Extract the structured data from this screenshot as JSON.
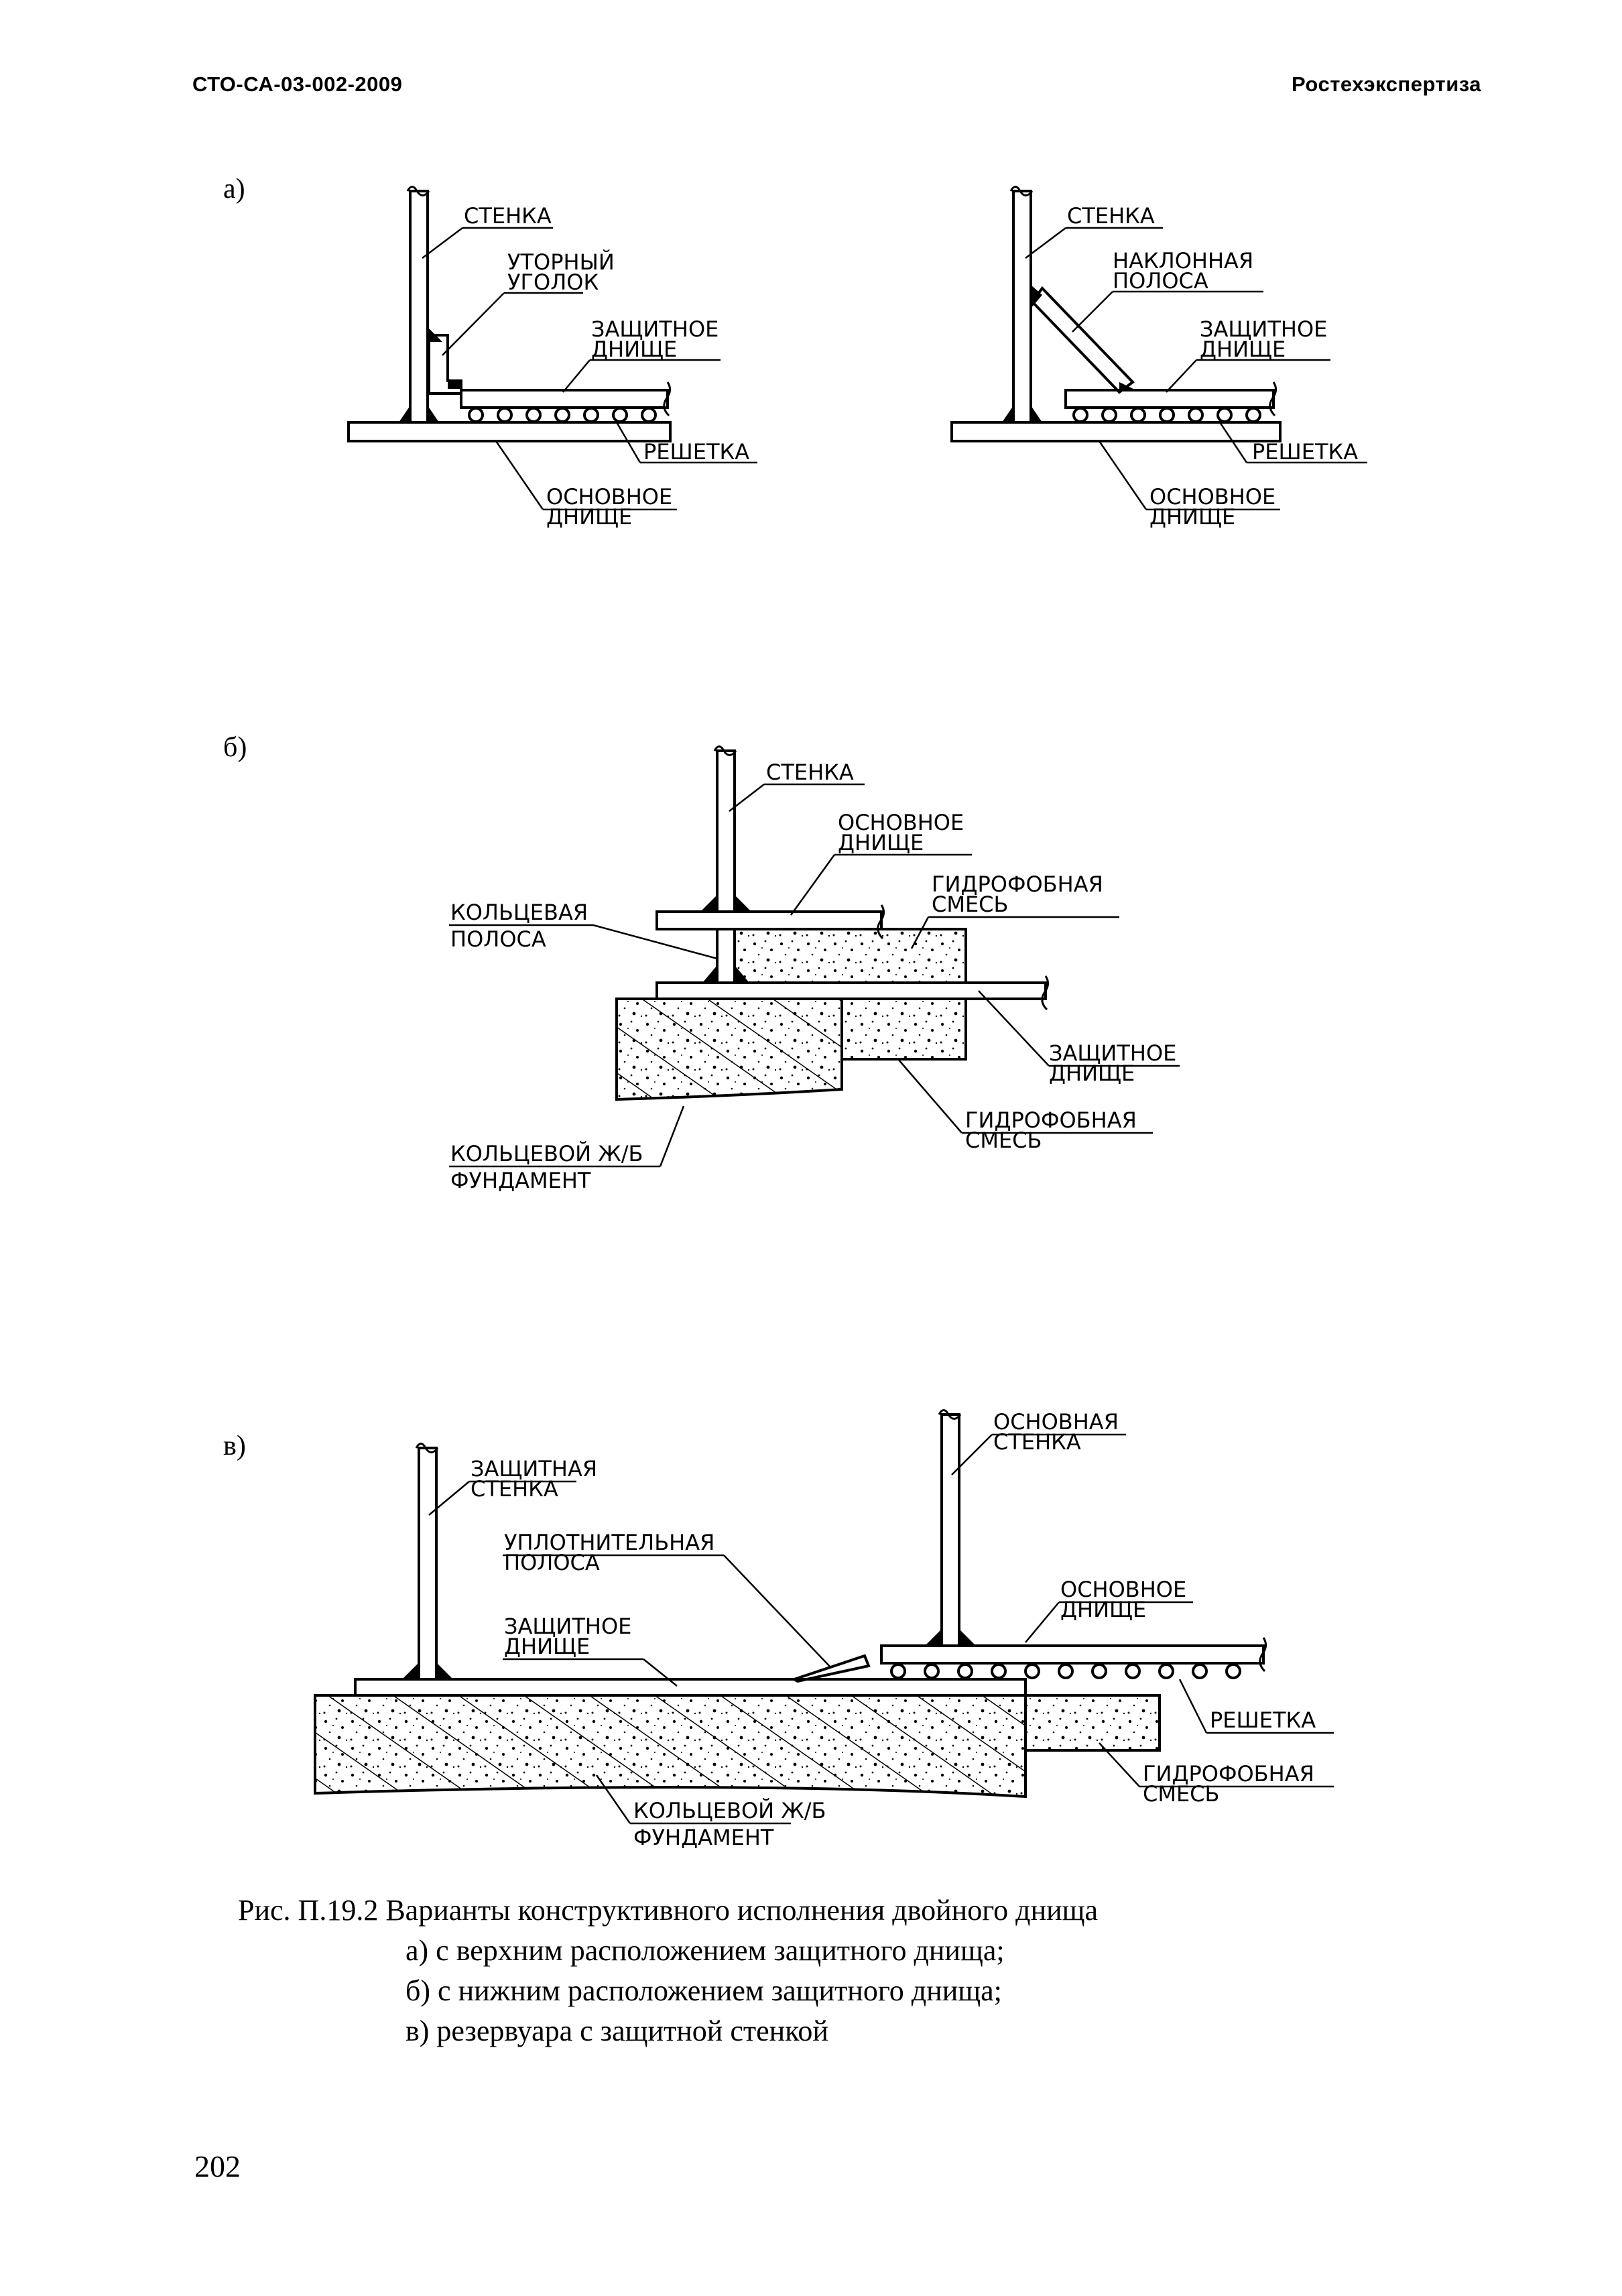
{
  "header": {
    "doc_code": "СТО-СА-03-002-2009",
    "publisher": "Ростехэкспертиза"
  },
  "figure": {
    "panel_a": {
      "marker": "а)",
      "left": {
        "wall": "СТЕНКА",
        "angle_l1": "УТОРНЫЙ",
        "angle_l2": "УГОЛОК",
        "prot_l1": "ЗАЩИТНОЕ",
        "prot_l2": "ДНИЩЕ",
        "grid": "РЕШЕТКА",
        "main_l1": "ОСНОВНОЕ",
        "main_l2": "ДНИЩЕ"
      },
      "right": {
        "wall": "СТЕНКА",
        "strip_l1": "НАКЛОННАЯ",
        "strip_l2": "ПОЛОСА",
        "prot_l1": "ЗАЩИТНОЕ",
        "prot_l2": "ДНИЩЕ",
        "grid": "РЕШЕТКА",
        "main_l1": "ОСНОВНОЕ",
        "main_l2": "ДНИЩЕ"
      }
    },
    "panel_b": {
      "marker": "б)",
      "wall": "СТЕНКА",
      "main_l1": "ОСНОВНОЕ",
      "main_l2": "ДНИЩЕ",
      "hydro1_l1": "ГИДРОФОБНАЯ",
      "hydro1_l2": "СМЕСЬ",
      "ring_l1": "КОЛЬЦЕВАЯ",
      "ring_l2": "ПОЛОСА",
      "prot_l1": "ЗАЩИТНОЕ",
      "prot_l2": "ДНИЩЕ",
      "hydro2_l1": "ГИДРОФОБНАЯ",
      "hydro2_l2": "СМЕСЬ",
      "found_l1": "КОЛЬЦЕВОЙ Ж/Б",
      "found_l2": "ФУНДАМЕНТ"
    },
    "panel_c": {
      "marker": "в)",
      "protwall_l1": "ЗАЩИТНАЯ",
      "protwall_l2": "СТЕНКА",
      "mainwall_l1": "ОСНОВНАЯ",
      "mainwall_l2": "СТЕНКА",
      "seal_l1": "УПЛОТНИТЕЛЬНАЯ",
      "seal_l2": "ПОЛОСА",
      "main_l1": "ОСНОВНОЕ",
      "main_l2": "ДНИЩЕ",
      "prot_l1": "ЗАЩИТНОЕ",
      "prot_l2": "ДНИЩЕ",
      "grid": "РЕШЕТКА",
      "hydro_l1": "ГИДРОФОБНАЯ",
      "hydro_l2": "СМЕСЬ",
      "found_l1": "КОЛЬЦЕВОЙ Ж/Б",
      "found_l2": "ФУНДАМЕНТ"
    }
  },
  "caption": {
    "title": "Рис. П.19.2 Варианты конструктивного исполнения двойного днища",
    "item_a": "а) с верхним расположением защитного днища;",
    "item_b": "б) с нижним расположением защитного днища;",
    "item_c": "в) резервуара с защитной стенкой"
  },
  "page_number": "202"
}
